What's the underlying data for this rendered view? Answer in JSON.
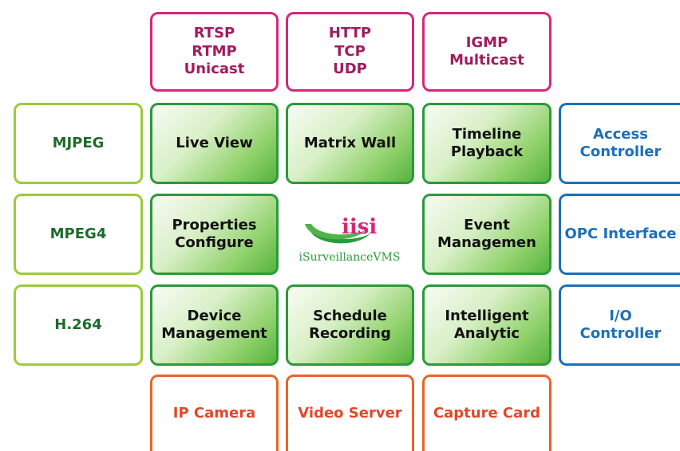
{
  "protocols": [
    {
      "label": "RTSP\nRTMP\nUnicast"
    },
    {
      "label": "HTTP\nTCP\nUDP"
    },
    {
      "label": "IGMP\nMulticast"
    }
  ],
  "codecs": [
    {
      "label": "MJPEG"
    },
    {
      "label": "MPEG4"
    },
    {
      "label": "H.264"
    }
  ],
  "core": [
    {
      "label": "Live View"
    },
    {
      "label": "Matrix Wall"
    },
    {
      "label": "Timeline\nPlayback"
    },
    {
      "label": "Properties\nConfigure"
    },
    {
      "label": "Event\nManagemen"
    },
    {
      "label": "Device\nManagement"
    },
    {
      "label": "Schedule\nRecording"
    },
    {
      "label": "Intelligent\nAnalytic"
    }
  ],
  "interfaces": [
    {
      "label": "Access\nController"
    },
    {
      "label": "OPC Interface"
    },
    {
      "label": "I/O\nController"
    }
  ],
  "devices": [
    {
      "label": "IP Camera"
    },
    {
      "label": "Video Server"
    },
    {
      "label": "Capture Card"
    }
  ],
  "logo": {
    "mark": "iisi",
    "caption": "iSurveillanceVMS",
    "color": "#2b9a3a",
    "mark_color": "#d4287b"
  },
  "colors": {
    "protocol": "#d4287b",
    "codec": "#9ccb3b",
    "core": "#2b9a3a",
    "interface": "#1d6fb8",
    "device": "#e9632a"
  }
}
